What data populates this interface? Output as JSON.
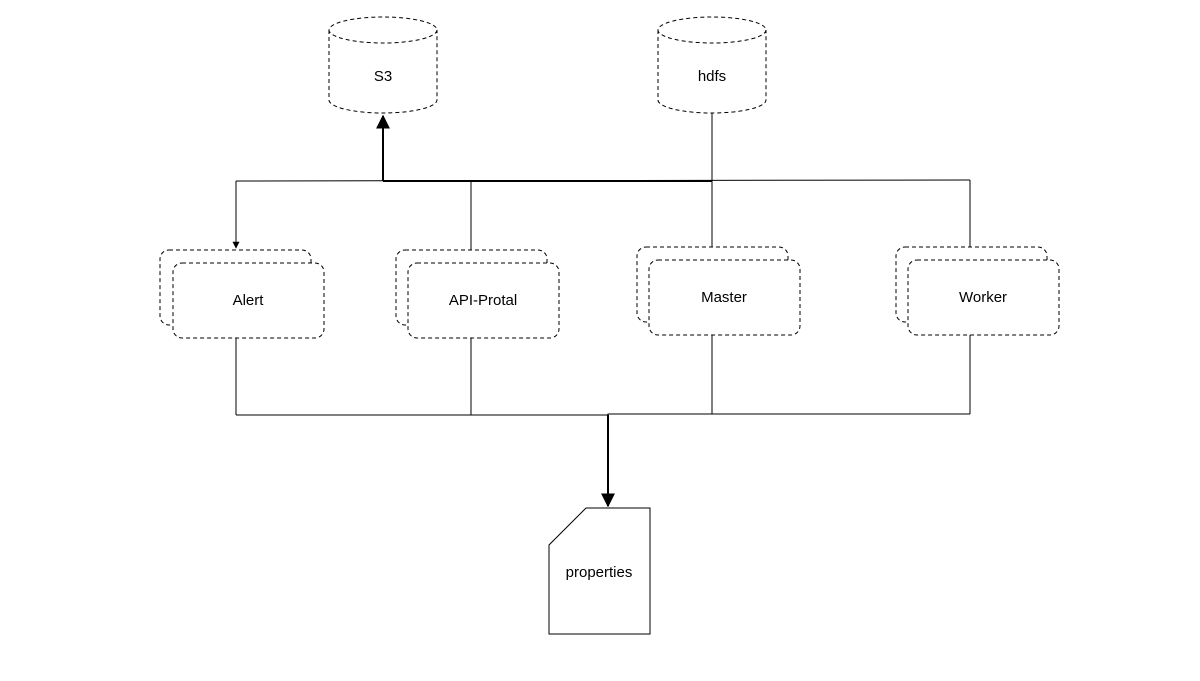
{
  "diagram": {
    "storage": {
      "s3": {
        "label": "S3"
      },
      "hdfs": {
        "label": "hdfs"
      }
    },
    "services": [
      {
        "id": "alert",
        "label": "Alert"
      },
      {
        "id": "api",
        "label": "API-Protal"
      },
      {
        "id": "master",
        "label": "Master"
      },
      {
        "id": "worker",
        "label": "Worker"
      }
    ],
    "config": {
      "label": "properties"
    },
    "connections": [
      {
        "from": "S3",
        "to": "Alert"
      },
      {
        "from": "API-Protal",
        "to": "S3"
      },
      {
        "from": "Master",
        "to": "S3"
      },
      {
        "from": "Worker",
        "to": "S3"
      },
      {
        "from": "hdfs",
        "to": "S3"
      },
      {
        "from": "Alert",
        "to": "properties"
      },
      {
        "from": "API-Protal",
        "to": "properties"
      },
      {
        "from": "Master",
        "to": "properties"
      },
      {
        "from": "Worker",
        "to": "properties"
      }
    ]
  }
}
